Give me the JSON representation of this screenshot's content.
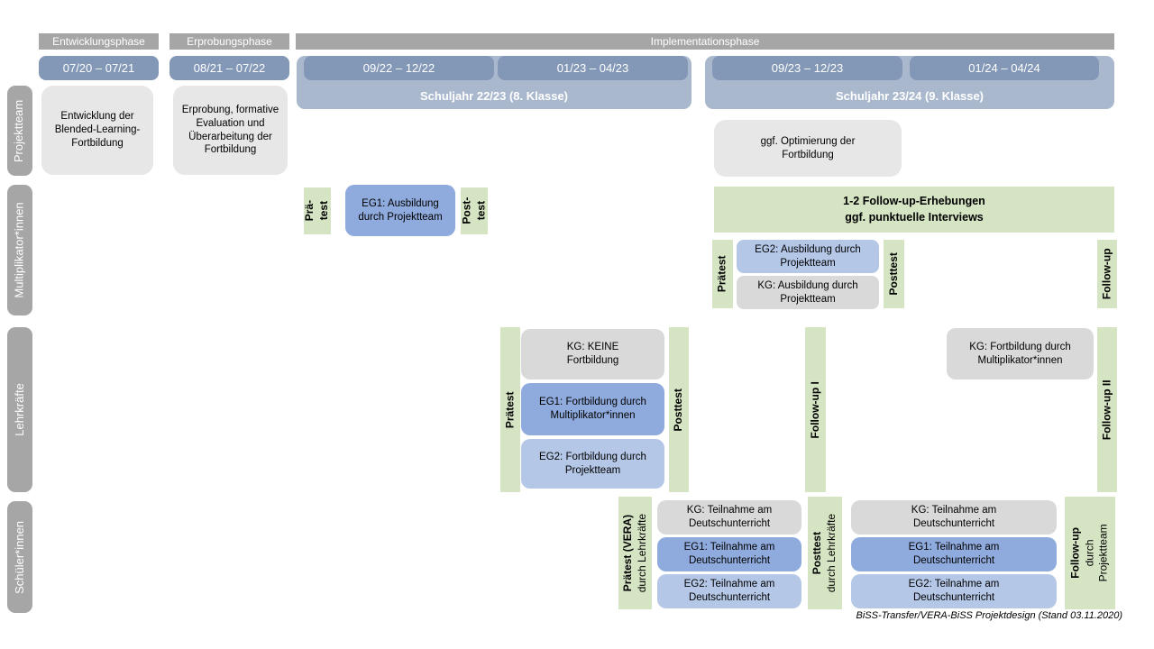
{
  "colors": {
    "phase_gray": "#a6a6a6",
    "date_blue": "#8397b7",
    "year_blue": "#aab8ce",
    "box_gray_light": "#e8e7e7",
    "box_gray": "#d9d9d9",
    "box_blue_dark": "#8faadc",
    "box_blue_light": "#b4c7e7",
    "box_green": "#d5e4c2"
  },
  "phases": [
    "Entwicklungsphase",
    "Erprobungsphase",
    "Implementationsphase"
  ],
  "dates": [
    "07/20 – 07/21",
    "08/21 – 07/22",
    "09/22 – 12/22",
    "01/23 – 04/23",
    "09/23 – 12/23",
    "01/24 – 04/24"
  ],
  "years": [
    "Schuljahr 22/23 (8. Klasse)",
    "Schuljahr 23/24 (9. Klasse)"
  ],
  "row_labels": [
    "Projektteam",
    "Multiplikator*innen",
    "Lehrkräfte",
    "Schüler*innen"
  ],
  "projektteam": {
    "entwicklung": "Entwicklung der Blended-Learning-Fortbildung",
    "erprobung": "Erprobung, formative Evaluation und Überarbeitung der Fortbildung",
    "optimierung": "ggf. Optimierung der Fortbildung"
  },
  "multiplikatoren": {
    "praetest_short": [
      "Prä-",
      "test"
    ],
    "eg1": "EG1: Ausbildung durch Projektteam",
    "posttest_short": [
      "Post-",
      "test"
    ],
    "followup_heading": [
      "1-2 Follow-up-Erhebungen",
      "ggf. punktuelle Interviews"
    ],
    "praetest": "Prätest",
    "eg2": "EG2: Ausbildung durch Projektteam",
    "kg": "KG: Ausbildung durch Projektteam",
    "posttest": "Posttest",
    "followup": "Follow-up"
  },
  "lehrkraefte": {
    "praetest": "Prätest",
    "kg_keine": "KG: KEINE Fortbildung",
    "eg1": "EG1: Fortbildung durch Multiplikator*innen",
    "eg2": "EG2: Fortbildung durch Projektteam",
    "posttest": "Posttest",
    "followup1": "Follow-up I",
    "kg_fortbildung": "KG: Fortbildung durch Multiplikator*innen",
    "followup2": "Follow-up II"
  },
  "schueler": {
    "praetest": {
      "main": "Prätest (VERA)",
      "sub": "durch Lehrkräfte"
    },
    "block1": {
      "kg": "KG: Teilnahme am Deutschunterricht",
      "eg1": "EG1: Teilnahme am Deutschunterricht",
      "eg2": "EG2: Teilnahme am Deutschunterricht"
    },
    "posttest": {
      "main": "Posttest",
      "sub": "durch Lehrkräfte"
    },
    "block2": {
      "kg": "KG: Teilnahme am Deutschunterricht",
      "eg1": "EG1: Teilnahme am Deutschunterricht",
      "eg2": "EG2: Teilnahme am Deutschunterricht"
    },
    "followup": {
      "main": "Follow-up",
      "sub1": "durch",
      "sub2": "Projektteam"
    }
  },
  "footer": "BiSS-Transfer/VERA-BiSS Projektdesign (Stand 03.11.2020)"
}
